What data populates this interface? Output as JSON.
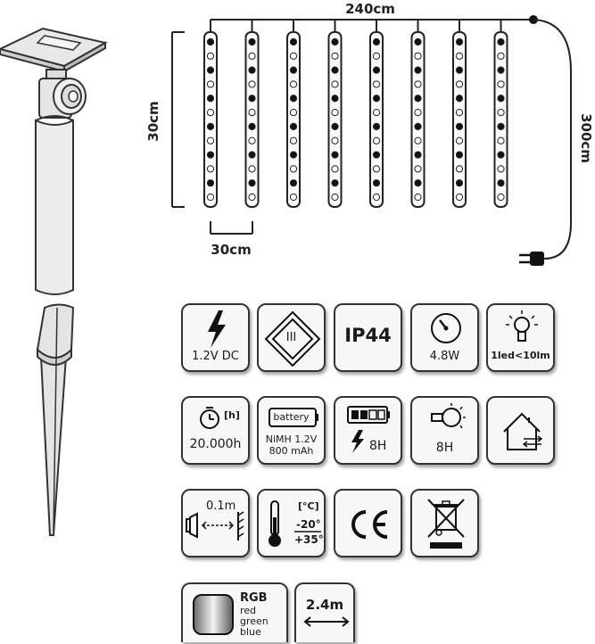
{
  "dimensions": {
    "width_label": "240cm",
    "height_label": "300cm",
    "string_label": "30cm",
    "spacing_label": "30cm"
  },
  "strings": {
    "count": 8,
    "leds_per_string": 12
  },
  "specs": {
    "voltage": "1.2V DC",
    "protection_class": "III",
    "ip_rating": "IP44",
    "power": "4.8W",
    "brightness": "1led<10lm",
    "lifetime_unit": "[h]",
    "lifetime": "20.000h",
    "battery_label": "battery",
    "battery_type": "NiMH 1.2V",
    "battery_capacity": "800 mAh",
    "charge_time": "8H",
    "light_time": "8H",
    "distance": "0.1m",
    "temp_unit": "[°C]",
    "temp_min": "-20°",
    "temp_max": "+35°",
    "color_title": "RGB",
    "color_red": "red",
    "color_green": "green",
    "color_blue": "blue",
    "cable_length": "2.4m"
  }
}
